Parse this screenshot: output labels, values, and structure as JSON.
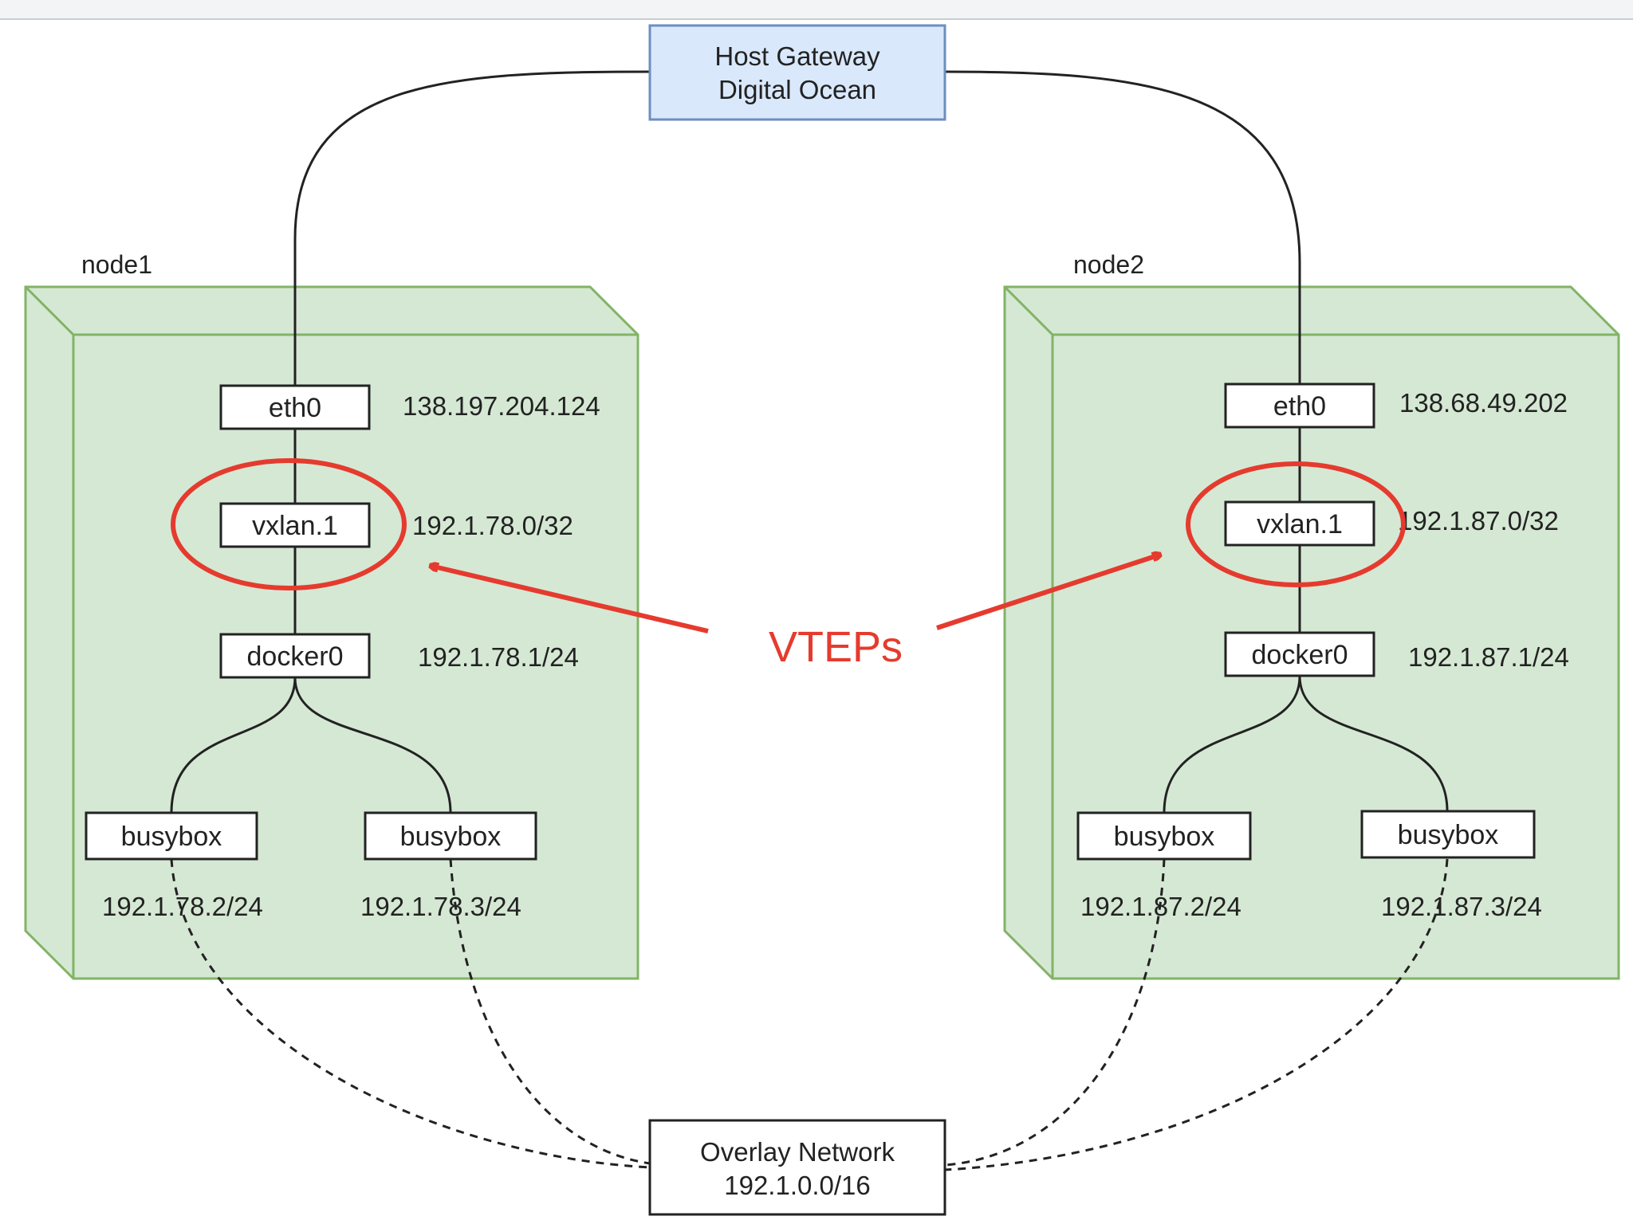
{
  "gateway": {
    "line1": "Host Gateway",
    "line2": "Digital Ocean"
  },
  "overlay": {
    "line1": "Overlay Network",
    "line2": "192.1.0.0/16"
  },
  "vteps_label": "VTEPs",
  "colors": {
    "node_fill": "#d5e8d4",
    "node_border": "#82b366",
    "gateway_fill": "#dae8fc",
    "gateway_border": "#6c8ebf",
    "highlight": "#e53b2e",
    "line": "#222222"
  },
  "nodes": [
    {
      "name": "node1",
      "eth0": {
        "label": "eth0",
        "ip": "138.197.204.124"
      },
      "vxlan": {
        "label": "vxlan.1",
        "ip": "192.1.78.0/32"
      },
      "docker": {
        "label": "docker0",
        "ip": "192.1.78.1/24"
      },
      "containers": [
        {
          "label": "busybox",
          "ip": "192.1.78.2/24"
        },
        {
          "label": "busybox",
          "ip": "192.1.78.3/24"
        }
      ]
    },
    {
      "name": "node2",
      "eth0": {
        "label": "eth0",
        "ip": "138.68.49.202"
      },
      "vxlan": {
        "label": "vxlan.1",
        "ip": "192.1.87.0/32"
      },
      "docker": {
        "label": "docker0",
        "ip": "192.1.87.1/24"
      },
      "containers": [
        {
          "label": "busybox",
          "ip": "192.1.87.2/24"
        },
        {
          "label": "busybox",
          "ip": "192.1.87.3/24"
        }
      ]
    }
  ]
}
